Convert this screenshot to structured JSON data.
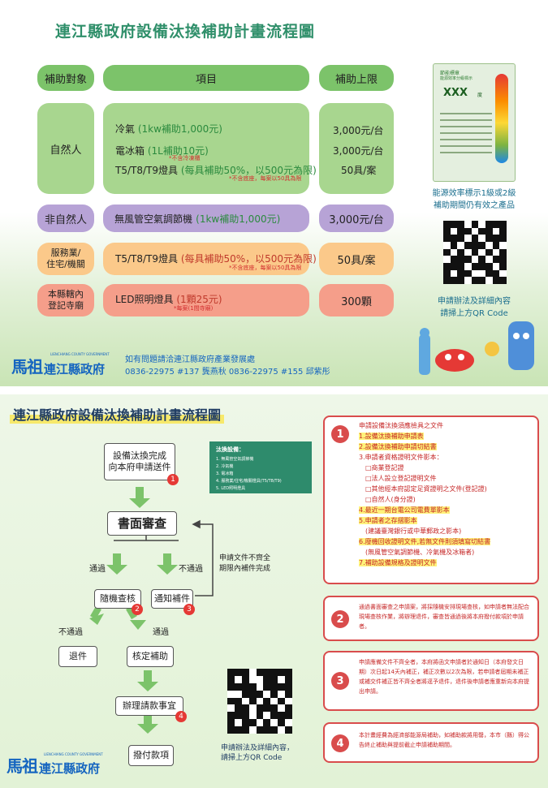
{
  "top": {
    "title": "連江縣政府設備汰換補助計畫流程圖",
    "headers": {
      "target": "補助對象",
      "items": "項目",
      "limit": "補助上限"
    },
    "natural_person": {
      "label": "自然人",
      "rows": [
        {
          "name": "冷氣",
          "detail": "(1kw補助1,000元)",
          "note": "",
          "limit": "3,000元/台"
        },
        {
          "name": "電冰箱",
          "detail": "(1L補助10元)",
          "note": "*不含冷凍櫃",
          "limit": "3,000元/台"
        },
        {
          "name": "T5/T8/T9燈具",
          "detail": "(每具補助50%，以500元為限)",
          "note": "*不含底座，每案以50具為限",
          "limit": "50具/案"
        }
      ]
    },
    "non_natural": {
      "label": "非自然人",
      "name": "無風管空氣調節機",
      "detail": "(1kw補助1,000元)",
      "limit": "3,000元/台"
    },
    "service": {
      "label": "服務業/\n住宅/機關",
      "name": "T5/T8/T9燈具",
      "detail": "(每具補助50%，以500元為限)",
      "note": "*不含底座，每案以50具為限",
      "limit": "50具/案"
    },
    "registered": {
      "label": "本縣轄內\n登記寺廟",
      "name": "LED照明燈具",
      "detail": "(1顆25元)",
      "note": "*每案(1間寺廟)",
      "limit": "300顆"
    },
    "energy_label": {
      "header1": "節能標章",
      "header2": "能源效率分級標示",
      "grade": "XXX",
      "unit": "度"
    },
    "energy_caption": "能源效率標示1級或2級\n補助期間仍有效之產品",
    "qr_caption": "申請辦法及詳細內容\n請掃上方QR Code",
    "logo_mark": "馬祖",
    "logo_text": "連江縣政府",
    "logo_en": "LIENCHIANG COUNTY GOVERNMENT",
    "contact_1": "如有問題請洽連江縣政府產業發展處",
    "contact_2": "0836-22975 #137 龔燕秋 0836-22975 #155 邱紫彤"
  },
  "bottom": {
    "title": "連江縣政府設備汰換補助計畫流程圖",
    "flow": {
      "start": "設備汰換完成\n向本府申請送件",
      "review": "書面審查",
      "pass_left": "通過",
      "fail_right": "不通過",
      "resubmit_note": "申請文件不齊全\n期限內補件完成",
      "random_check": "隨機查核",
      "notify_fix": "通知補件",
      "fail_left": "不通過",
      "pass_right": "通過",
      "reject": "退件",
      "approve": "核定補助",
      "process_payment": "辦理請款事宜",
      "disburse": "撥付款項",
      "badges": [
        "1",
        "2",
        "3",
        "4"
      ]
    },
    "equipment_list": {
      "title": "汰換設備：",
      "items": [
        "1. 無風管空氣調節機",
        "2. 冷氣機",
        "3. 電冰箱",
        "4. 服務業/住宅/機關燈具(T5/T8/T9)",
        "5. LED照明燈具"
      ]
    },
    "qr_caption": "申請辦法及詳細內容，\n請掃上方QR Code",
    "notes": [
      {
        "num": "1",
        "lines": [
          "申請設備汰換須應檢具之文件",
          "1.設備汰換補助申請表",
          "2.設備汰換補助申請切結書",
          "3.申請者資格證明文件影本：",
          "□商業登記證",
          "□法人設立登記證明文件",
          "□其他經本府認定足資證明之文件(登記證)",
          "□自然人(身分證)",
          "4.最近一期台電公司電費單影本",
          "5.申請者之存摺影本",
          "(建議臺灣銀行或中華郵政之影本)",
          "6.廢機回收證明文件,若無文件則須填寫切結書",
          "(無風管空氣調節機、冷氣機及冰箱者)",
          "7.補助設備規格及證明文件"
        ]
      },
      {
        "num": "2",
        "text": "通過書面審查之申請案，將採隨機安排現場查核，如申請者無法配合現場查核作業，將辦理退件，審查皆通過後將本府撥付款項於申請者。"
      },
      {
        "num": "3",
        "text": "申請應備文件不齊全者，本府將函文申請者於通知日（本府發文日期）次日起14天內補正，補正次數以2次為限，若申請者屆期未補正或補交件補正皆不齊全者將逕予退件，退件後申請者應重新向本府提出申請。"
      },
      {
        "num": "4",
        "text": "本計畫經費為經濟部能源局補助，如補助款將用罄，本市（縣）得公告終止補助與提前截止申請補助期間。"
      }
    ],
    "logo_mark": "馬祖",
    "logo_text": "連江縣政府",
    "logo_en": "LIENCHIANG COUNTY GOVERNMENT"
  }
}
